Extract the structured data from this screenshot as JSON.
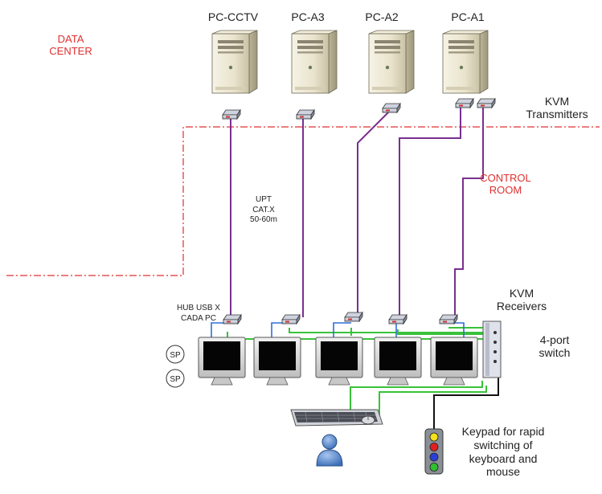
{
  "labels": {
    "data_center": [
      "DATA",
      "CENTER"
    ],
    "control_room": [
      "CONTROL",
      "ROOM"
    ],
    "kvm_transmitters": [
      "KVM",
      "Transmitters"
    ],
    "kvm_receivers": [
      "KVM",
      "Receivers"
    ],
    "switch": [
      "4-port",
      "switch"
    ],
    "keypad": [
      "Keypad for rapid",
      "switching of",
      "keyboard and",
      "mouse"
    ],
    "cable": [
      "UPT",
      "CAT.X",
      "50-60m"
    ],
    "hub": [
      "HUB USB X",
      "CADA PC"
    ]
  },
  "pcs": [
    "PC-CCTV",
    "PC-A3",
    "PC-A2",
    "PC-A1"
  ],
  "sp_badges": [
    "SP",
    "SP"
  ],
  "colors": {
    "red_label": "#e03030",
    "boundary": "#e03030",
    "kvm_cable": "#7a2f8e",
    "usb_cable": "#2f6fd6",
    "switch_cable": "#39c23a",
    "keypad_cable": "#111111",
    "keypad_lights": [
      "#f4e21a",
      "#e02020",
      "#2a3fd8",
      "#2fbf2f"
    ]
  },
  "icons": [
    "server-tower-icon",
    "kvm-transmitter-icon",
    "kvm-receiver-icon",
    "monitor-icon",
    "keyboard-icon",
    "mouse-icon",
    "user-icon",
    "kvm-switch-icon",
    "keypad-icon"
  ]
}
